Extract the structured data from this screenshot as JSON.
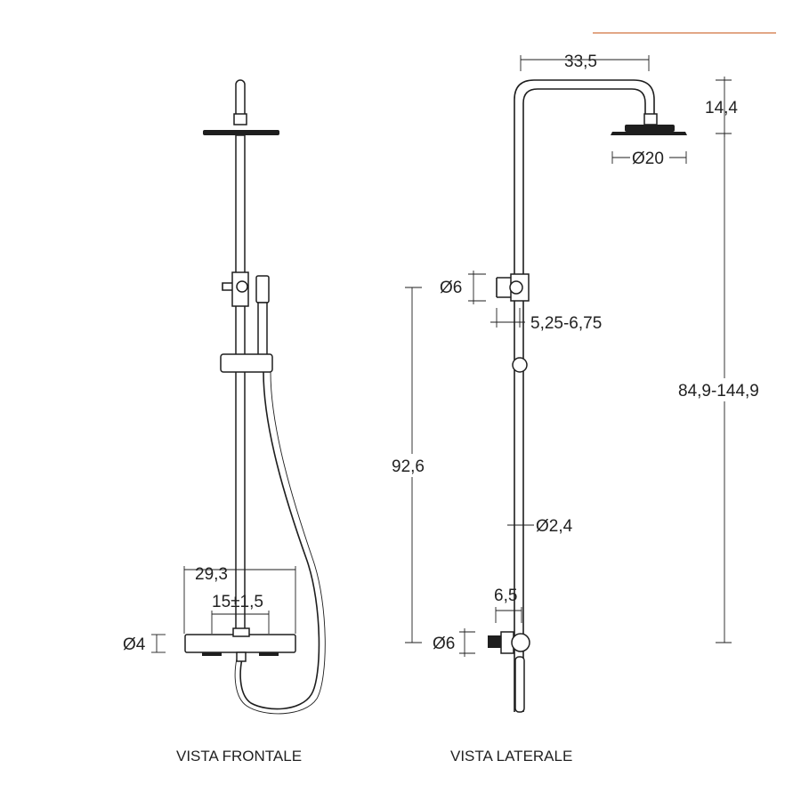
{
  "colors": {
    "line": "#1e1e1e",
    "accent": "#d88a5e",
    "background": "#ffffff"
  },
  "views": {
    "front": {
      "caption": "VISTA FRONTALE",
      "dims": {
        "width_total": "29,3",
        "width_center": "15±1,5",
        "dia_inlet": "Ø4"
      }
    },
    "side": {
      "caption": "VISTA LATERALE",
      "dims": {
        "arm_length": "33,5",
        "head_height": "14,4",
        "head_diameter": "Ø20",
        "knob_diameter_top": "Ø6",
        "knob_offset": "5,25-6,75",
        "total_height": "84,9-144,9",
        "column_height": "92,6",
        "pipe_diameter": "Ø2,4",
        "mixer_depth": "6,5",
        "knob_diameter_bottom": "Ø6"
      }
    }
  }
}
